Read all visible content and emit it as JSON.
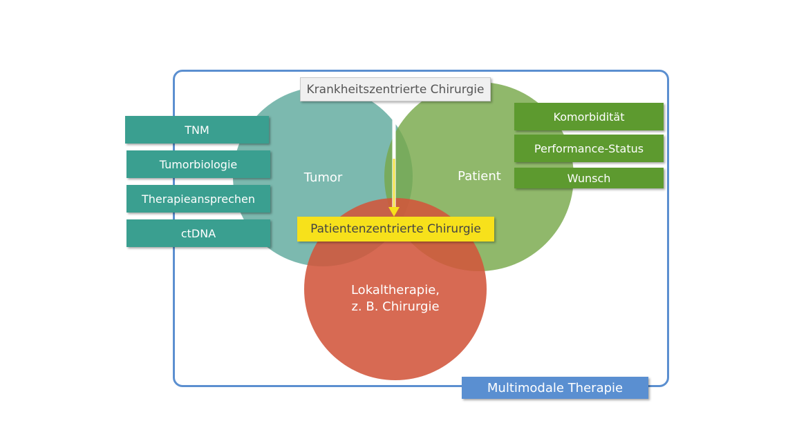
{
  "circles": {
    "tumor": {
      "label": "Tumor",
      "color": "#5fa99d"
    },
    "patient": {
      "label": "Patient",
      "color": "#78a84a"
    },
    "local": {
      "label_line1": "Lokaltherapie,",
      "label_line2": "z. B. Chirurgie",
      "color": "#d2553b"
    }
  },
  "tumor_factors": [
    "TNM",
    "Tumorbiologie",
    "Therapieansprechen",
    "ctDNA"
  ],
  "patient_factors": [
    "Komorbidität",
    "Performance-Status",
    "Wunsch"
  ],
  "disease_centered": "Krankheitszentrierte Chirurgie",
  "patient_centered": "Patientenzentrierte Chirurgie",
  "frame_label": "Multimodale Therapie",
  "colors": {
    "frame": "#5b8fd0",
    "tag_teal": "#3a9f90",
    "tag_green": "#5d9a2f",
    "highlight": "#f7e11b"
  }
}
